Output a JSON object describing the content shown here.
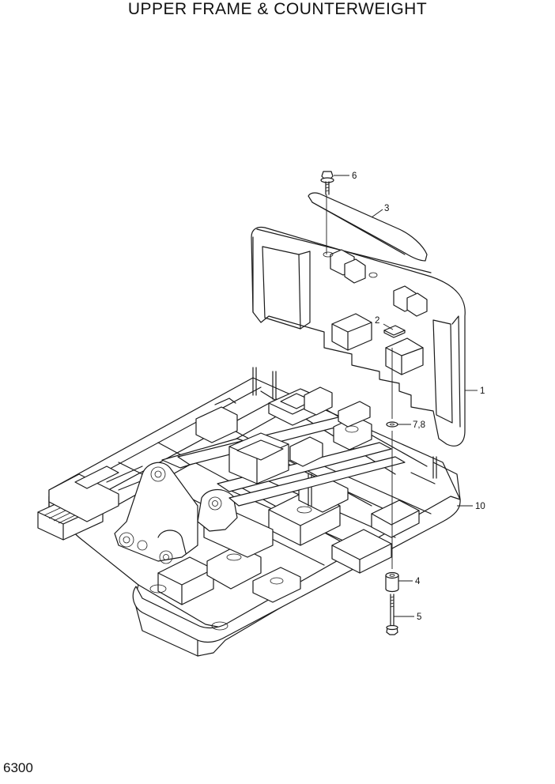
{
  "title": "UPPER FRAME & COUNTERWEIGHT",
  "page_number": "6300",
  "callouts": [
    {
      "id": "6",
      "label": "6"
    },
    {
      "id": "3",
      "label": "3"
    },
    {
      "id": "2",
      "label": "2"
    },
    {
      "id": "1",
      "label": "1"
    },
    {
      "id": "7-8",
      "label": "7,8"
    },
    {
      "id": "10",
      "label": "10"
    },
    {
      "id": "4",
      "label": "4"
    },
    {
      "id": "5",
      "label": "5"
    }
  ]
}
